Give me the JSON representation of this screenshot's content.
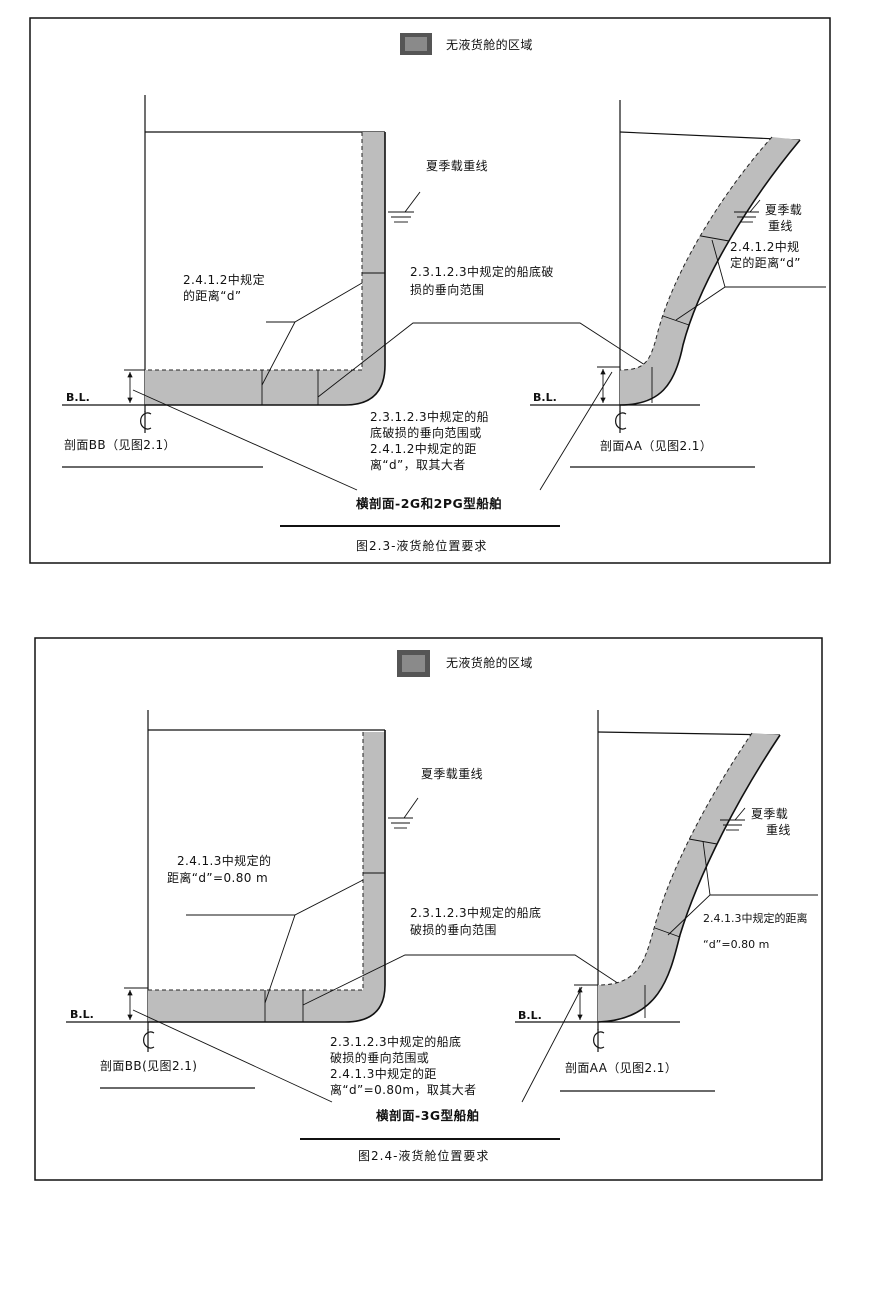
{
  "colors": {
    "shade": "#bdbdbd",
    "legend_swatch": "#555555",
    "legend_swatch_inner": "#8a8a8a"
  },
  "figures": [
    {
      "legend_label": "无液货舱的区域",
      "bb": {
        "waterline_label": "夏季载重线",
        "distance_note": [
          "2.4.1.2中规定",
          "的距离“d”"
        ],
        "damage_note": [
          "2.3.1.2.3中规定的船底破",
          "损的垂向范围"
        ],
        "baseline_label": "B.L.",
        "section_label": "剖面BB（见图2.1）"
      },
      "aa": {
        "waterline_label": [
          "夏季载",
          "重线"
        ],
        "distance_note": [
          "2.4.1.2中规",
          "定的距离“d”"
        ],
        "baseline_label": "B.L.",
        "section_label": "剖面AA（见图2.1）"
      },
      "combined_note": [
        "2.3.1.2.3中规定的船",
        "底破损的垂向范围或",
        "2.4.1.2中规定的距",
        "离“d”，取其大者"
      ],
      "section_title": "横剖面-2G和2PG型船舶",
      "caption": "图2.3-液货舱位置要求"
    },
    {
      "legend_label": "无液货舱的区域",
      "bb": {
        "waterline_label": "夏季载重线",
        "distance_note": [
          "2.4.1.3中规定的",
          "距离“d”=0.80 m"
        ],
        "damage_note": [
          "2.3.1.2.3中规定的船底",
          "破损的垂向范围"
        ],
        "baseline_label": "B.L.",
        "section_label": "剖面BB(见图2.1)"
      },
      "aa": {
        "waterline_label": [
          "夏季载",
          "重线"
        ],
        "distance_note": [
          "2.4.1.3中规定的距离",
          "“d”=0.80 m"
        ],
        "baseline_label": "B.L.",
        "section_label": "剖面AA（见图2.1）"
      },
      "combined_note": [
        "2.3.1.2.3中规定的船底",
        "破损的垂向范围或",
        "2.4.1.3中规定的距",
        "离“d”=0.80m，取其大者"
      ],
      "section_title": "横剖面-3G型船舶",
      "caption": "图2.4-液货舱位置要求"
    }
  ]
}
